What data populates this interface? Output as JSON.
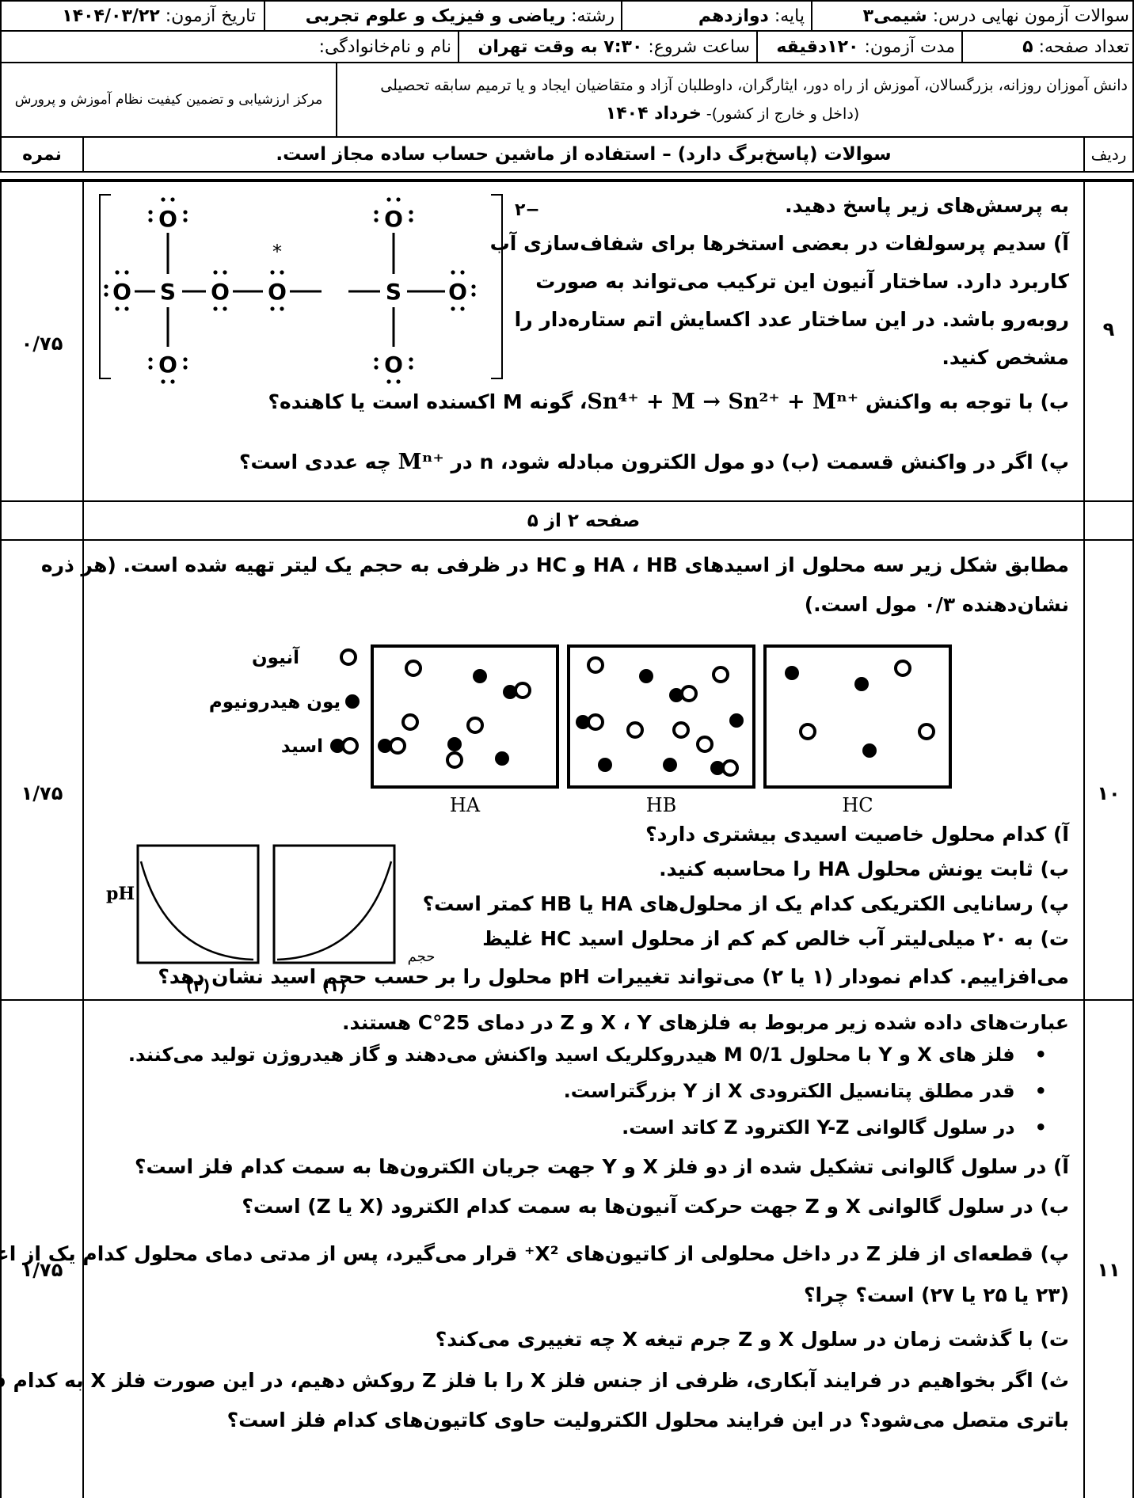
{
  "header": {
    "exam_title_label": "سوالات آزمون نهایی درس:",
    "exam_title_value": "شیمی۳",
    "grade_label": "پایه:",
    "grade_value": "دوازدهم",
    "field_label": "رشته:",
    "field_value": "ریاضی و فیزیک و علوم تجربی",
    "date_label": "تاریخ آزمون:",
    "date_value": "۱۴۰۴/۰۳/۲۲",
    "pages_label": "تعداد صفحه:",
    "pages_value": "۵",
    "duration_label": "مدت آزمون:",
    "duration_value": "۱۲۰دقیقه",
    "start_label": "ساعت شروع:",
    "start_value": "۷:۳۰ به وقت تهران",
    "name_label": "نام و نام‌خانوادگی:",
    "audience_line1": "دانش آموزان روزانه، بزرگسالان، آموزش از راه دور، ایثارگران، داوطلبان آزاد و متقاضیان ایجاد و یا ترمیم سابقه تحصیلی",
    "audience_line2a": "(داخل و خارج از کشور)- ",
    "audience_line2b": "خرداد ۱۴۰۴",
    "center": "مرکز ارزشیابی و تضمین کیفیت نظام آموزش و پرورش",
    "col_row": "ردیف",
    "col_questions": "سوالات (پاسخ‌برگ دارد) – استفاده از ماشین حساب ساده مجاز است.",
    "col_score": "نمره"
  },
  "q9": {
    "number": "۹",
    "score": "۰/۷۵",
    "intro": "به پرسش‌های زیر پاسخ دهید.",
    "a1": "آ) سدیم پرسولفات در بعضی استخرها برای شفاف‌سازی آب",
    "a2": "کاربرد دارد. ساختار آنیون این ترکیب می‌تواند به صورت",
    "a3": "روبه‌رو باشد. در این ساختار عدد اکسایش اتم ستاره‌دار را",
    "a4": "مشخص کنید.",
    "b_pre": "ب) با توجه به واکنش",
    "b_eq": "Sn⁴⁺ + M → Sn²⁺ + Mⁿ⁺",
    "b_post": "، گونه M اکسنده است یا کاهنده؟",
    "c_pre": "پ) اگر در واکنش قسمت (ب) دو مول الکترون مبادله شود، n در",
    "c_sym": "Mⁿ⁺",
    "c_post": "چه عددی است؟",
    "charge": "۲−",
    "atoms": {
      "O": "O",
      "S": "S",
      "star": "*"
    }
  },
  "page_footer": "صفحه ۲ از ۵",
  "q10": {
    "number": "۱۰",
    "score": "۱/۷۵",
    "intro1": "مطابق شکل زیر سه محلول از اسیدهای HA ، HB و HC در ظرفی به حجم یک لیتر تهیه شده است. (هر ذره",
    "intro2": "نشان‌دهنده ۰/۳ مول است.)",
    "legend_anion": "آنیون",
    "legend_hydronium": "یون هیدرونیوم",
    "legend_acid": "اسید",
    "box_labels": [
      "HA",
      "HB",
      "HC"
    ],
    "a": "آ) کدام محلول خاصیت اسیدی بیشتری دارد؟",
    "b": "ب) ثابت یونش محلول HA را محاسبه کنید.",
    "c_pre": "پ) رسانایی الکتریکی کدام یک از محلول‌های HA یا HB ",
    "c_bold": "کمتر",
    "c_post": " است؟",
    "d1": "ت) به ۲۰ میلی‌لیتر آب خالص کم کم از محلول اسید HC غلیظ",
    "d2": "می‌افزاییم. کدام نمودار (۱ یا ۲) می‌تواند تغییرات pH محلول را بر حسب حجم اسید نشان دهد؟",
    "graph_ylabel": "pH",
    "graph_xlabel": "حجم",
    "graph_labels": [
      "(۲)",
      "(۱)"
    ]
  },
  "q11": {
    "number": "۱۱",
    "score": "۱/۷۵",
    "intro": "عبارت‌های داده شده زیر مربوط به فلزهای X ، Y و Z در دمای 25°C هستند.",
    "bullets": [
      "فلز های X و Y با محلول 0/1 M هیدروکلریک اسید واکنش می‌دهند و گاز هیدروژن تولید می‌کنند.",
      "قدر مطلق پتانسیل الکترودی X از Y بزرگتراست.",
      "در سلول گالوانی Y-Z الکترود Z کاتد است."
    ],
    "a": "آ) در سلول گالوانی تشکیل شده از دو فلز X و Y جهت جریان الکترون‌ها به سمت کدام فلز است؟",
    "b": "ب) در سلول گالوانی X و Z جهت حرکت آنیون‌ها به سمت کدام الکترود (X یا Z) است؟",
    "c1": "پ) قطعه‌ای از فلز Z در داخل محلولی از کاتیون‌های X²⁺ قرار می‌گیرد، پس از مدتی دمای محلول کدام یک از اعداد",
    "c2a": "(",
    "c2b": "۲۳ یا ۲۵ یا ۲۷",
    "c2c": ") است؟ ",
    "c2d": "چرا؟",
    "d": "ت) با گذشت زمان در سلول X و Z جرم تیغه X چه تغییری می‌کند؟",
    "e1": "ث) اگر بخواهیم در فرایند آبکاری، ظرفی از جنس فلز X را با فلز Z روکش دهیم، در این صورت فلز X به کدام قطب",
    "e2": "باتری متصل می‌شود؟ در این فرایند محلول الکترولیت حاوی کاتیون‌های کدام فلز است؟"
  }
}
